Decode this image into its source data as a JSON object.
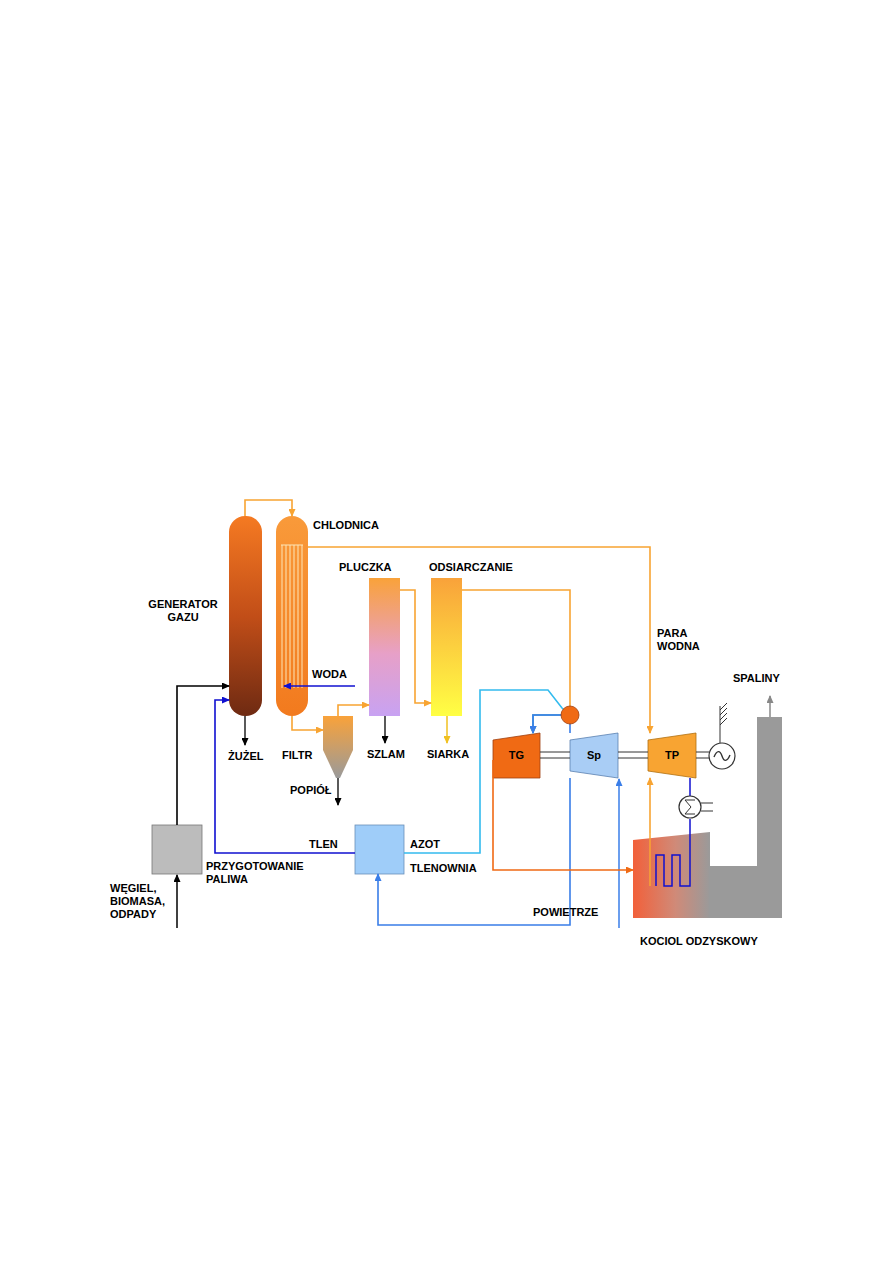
{
  "diagram": {
    "nodes": [
      {
        "text": [
          "GENERATOR GAZU"
        ]
      },
      {
        "text": [
          "CHLODNICA"
        ]
      },
      {
        "text": [
          "FILTR"
        ]
      },
      {
        "text": [
          "PLUCZKA"
        ]
      },
      {
        "text": [
          "ODSIARCZANIE"
        ]
      },
      {
        "text": [
          "PRZYGOTOWANIE PALIWA"
        ]
      },
      {
        "text": [
          "TLENOWNIA"
        ]
      },
      {
        "text": [
          "TG"
        ]
      },
      {
        "text": [
          "Sp"
        ]
      },
      {
        "text": [
          "TP"
        ]
      },
      {
        "text": [
          "KOCIOL ODZYSKOWY"
        ]
      }
    ],
    "edges": [
      {
        "from": 5,
        "to": 0,
        "arrow": "to"
      },
      {
        "from": 6,
        "to": 0,
        "label": "TLEN",
        "arrow": "to"
      },
      {
        "from": 0,
        "to": 1,
        "arrow": "to"
      },
      {
        "from": 1,
        "to": 2,
        "arrow": "to"
      },
      {
        "from": 2,
        "to": 3,
        "arrow": "to"
      },
      {
        "from": 3,
        "to": 4,
        "arrow": "to"
      },
      {
        "from": 4,
        "to": 7,
        "arrow": "to"
      },
      {
        "from": 6,
        "to": 7,
        "label": "AZOT",
        "arrow": "to"
      },
      {
        "from": 8,
        "to": 7,
        "arrow": "to"
      },
      {
        "from": 8,
        "to": 6,
        "arrow": "to"
      },
      {
        "from": 7,
        "to": 10,
        "arrow": "to"
      },
      {
        "from": 1,
        "to": 9,
        "label": "PARA WODNA",
        "arrow": "to"
      },
      {
        "from": 10,
        "to": 9,
        "arrow": "to"
      }
    ],
    "labels": [
      "ŻUŻEL",
      "POPIÓŁ",
      "SZLAM",
      "SIARKA",
      "WODA",
      "POWIETRZE",
      "SPALINY",
      "WĘGIEL, BIOMASA, ODPADY"
    ]
  }
}
